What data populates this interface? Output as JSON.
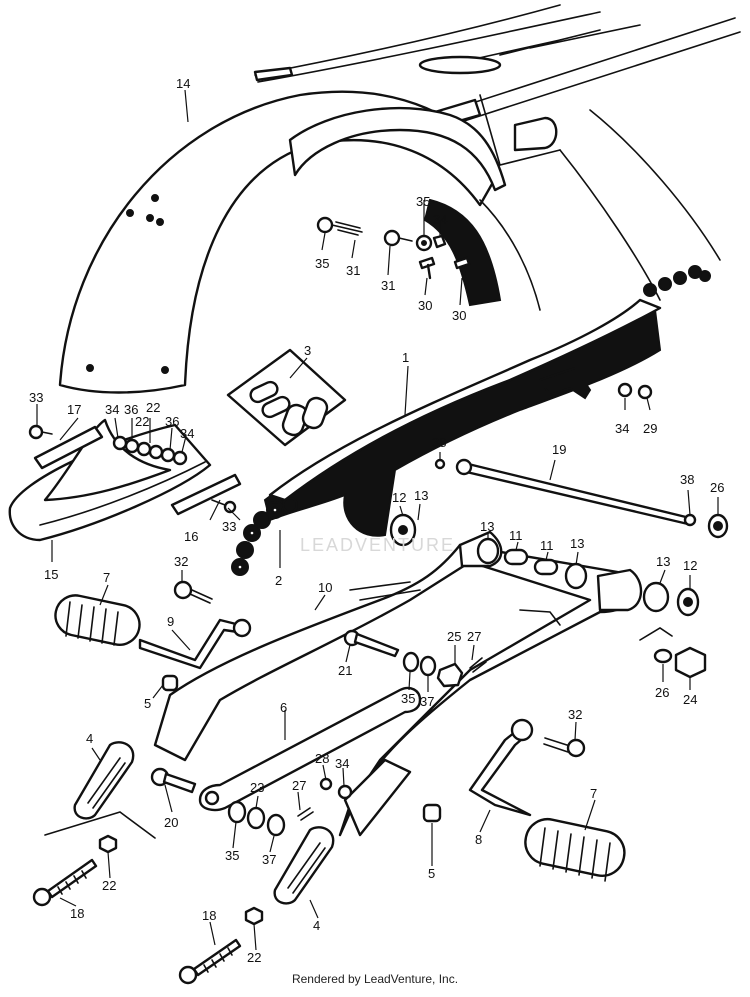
{
  "watermark": "LEADVENTURE",
  "footer": "Rendered by LeadVenture, Inc.",
  "callouts": [
    {
      "id": "c14a",
      "text": "14"
    },
    {
      "id": "c35a",
      "text": "35"
    },
    {
      "id": "c31a",
      "text": "31"
    },
    {
      "id": "c31b",
      "text": "31"
    },
    {
      "id": "c35b",
      "text": "35"
    },
    {
      "id": "c34a",
      "text": "34"
    },
    {
      "id": "c30a",
      "text": "30"
    },
    {
      "id": "c30b",
      "text": "30"
    },
    {
      "id": "c3",
      "text": "3"
    },
    {
      "id": "c1",
      "text": "1"
    },
    {
      "id": "c33a",
      "text": "33"
    },
    {
      "id": "c17",
      "text": "17"
    },
    {
      "id": "c34b",
      "text": "34"
    },
    {
      "id": "c36a",
      "text": "36"
    },
    {
      "id": "c22a",
      "text": "22"
    },
    {
      "id": "c22b",
      "text": "22"
    },
    {
      "id": "c36b",
      "text": "36"
    },
    {
      "id": "c34c",
      "text": "34"
    },
    {
      "id": "c34d",
      "text": "34"
    },
    {
      "id": "c29",
      "text": "29"
    },
    {
      "id": "c38a",
      "text": "38"
    },
    {
      "id": "c19",
      "text": "19"
    },
    {
      "id": "c38b",
      "text": "38"
    },
    {
      "id": "c26a",
      "text": "26"
    },
    {
      "id": "c12a",
      "text": "12"
    },
    {
      "id": "c13a",
      "text": "13"
    },
    {
      "id": "c16",
      "text": "16"
    },
    {
      "id": "c33b",
      "text": "33"
    },
    {
      "id": "c15",
      "text": "15"
    },
    {
      "id": "c2",
      "text": "2"
    },
    {
      "id": "c13b",
      "text": "13"
    },
    {
      "id": "c11a",
      "text": "11"
    },
    {
      "id": "c11b",
      "text": "11"
    },
    {
      "id": "c13c",
      "text": "13"
    },
    {
      "id": "c13d",
      "text": "13"
    },
    {
      "id": "c12b",
      "text": "12"
    },
    {
      "id": "c32a",
      "text": "32"
    },
    {
      "id": "c7a",
      "text": "7"
    },
    {
      "id": "c10",
      "text": "10"
    },
    {
      "id": "c9",
      "text": "9"
    },
    {
      "id": "c21",
      "text": "21"
    },
    {
      "id": "c25",
      "text": "25"
    },
    {
      "id": "c27a",
      "text": "27"
    },
    {
      "id": "c5a",
      "text": "5"
    },
    {
      "id": "c35c",
      "text": "35"
    },
    {
      "id": "c37a",
      "text": "37"
    },
    {
      "id": "c26b",
      "text": "26"
    },
    {
      "id": "c24",
      "text": "24"
    },
    {
      "id": "c6",
      "text": "6"
    },
    {
      "id": "c4a",
      "text": "4"
    },
    {
      "id": "c32b",
      "text": "32"
    },
    {
      "id": "c28",
      "text": "28"
    },
    {
      "id": "c34e",
      "text": "34"
    },
    {
      "id": "c23",
      "text": "23"
    },
    {
      "id": "c27b",
      "text": "27"
    },
    {
      "id": "c20",
      "text": "20"
    },
    {
      "id": "c7b",
      "text": "7"
    },
    {
      "id": "c35d",
      "text": "35"
    },
    {
      "id": "c37b",
      "text": "37"
    },
    {
      "id": "c8",
      "text": "8"
    },
    {
      "id": "c5b",
      "text": "5"
    },
    {
      "id": "c22c",
      "text": "22"
    },
    {
      "id": "c18a",
      "text": "18"
    },
    {
      "id": "c18b",
      "text": "18"
    },
    {
      "id": "c22d",
      "text": "22"
    },
    {
      "id": "c4b",
      "text": "4"
    }
  ]
}
